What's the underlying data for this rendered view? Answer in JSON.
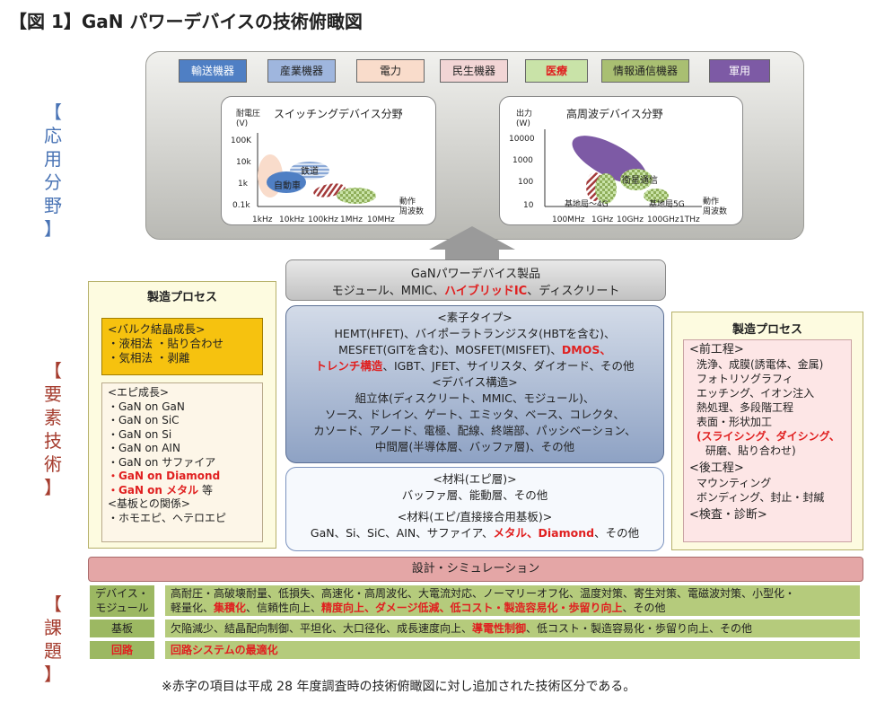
{
  "title": "【図 1】GaN パワーデバイスの技術俯瞰図",
  "section_labels": {
    "application": "【応用分野】",
    "element": "【要素技術】",
    "issues": "【課題】"
  },
  "legend": [
    {
      "label": "輸送機器",
      "color": "#4f7fc4",
      "text_color": "#ffffff"
    },
    {
      "label": "産業機器",
      "color": "#9fb6de",
      "text_color": "#222222"
    },
    {
      "label": "電力",
      "color": "#f9dccb",
      "text_color": "#222222"
    },
    {
      "label": "民生機器",
      "color": "#f2d5d5",
      "text_color": "#222222"
    },
    {
      "label": "医療",
      "color": "#c9e3a8",
      "text_color": "#e02020"
    },
    {
      "label": "情報通信機器",
      "color": "#a9bf72",
      "text_color": "#222222"
    },
    {
      "label": "軍用",
      "color": "#7d5aa5",
      "text_color": "#ffffff"
    }
  ],
  "switching_chart": {
    "title": "スイッチングデバイス分野",
    "ylabel": "耐電圧\n(V)",
    "y_ticks": [
      "100K",
      "10k",
      "1k",
      "0.1k"
    ],
    "x_ticks": [
      "1kHz",
      "10kHz",
      "100kHz",
      "1MHz",
      "10MHz"
    ],
    "xlabel": "動作\n周波数",
    "labels": [
      "鉄道",
      "自動車"
    ]
  },
  "rf_chart": {
    "title": "高周波デバイス分野",
    "ylabel": "出力\n(W)",
    "y_ticks": [
      "10000",
      "1000",
      "100",
      "10"
    ],
    "x_ticks": [
      "100MHz",
      "1GHz",
      "10GHz",
      "100GHz",
      "1THz"
    ],
    "xlabel": "動作\n周波数",
    "labels": [
      "衛星通信",
      "基地局～4G",
      "基地局5G"
    ]
  },
  "product": {
    "line1": "GaNパワーデバイス製品",
    "line2_a": "モジュール、MMIC、",
    "line2_red": "ハイブリッドIC",
    "line2_b": "、ディスクリート"
  },
  "element_types": {
    "header": "<素子タイプ>",
    "line1": "HEMT(HFET)、バイポーラトランジスタ(HBTを含む)、",
    "line2_a": "MESFET(GITを含む)、MOSFET(MISFET)、",
    "line2_red": "DMOS、",
    "line3_red": "トレンチ構造",
    "line3_b": "、IGBT、JFET、サイリスタ、ダイオード、その他",
    "struct_header": "<デバイス構造>",
    "struct1": "組立体(ディスクリート、MMIC、モジュール)、",
    "struct2": "ソース、ドレイン、ゲート、エミッタ、ベース、コレクタ、",
    "struct3": "カソード、アノード、電極、配線、終端部、パッシベーション、",
    "struct4": "中間層(半導体層、バッファ層)、その他"
  },
  "materials": {
    "header1": "<材料(エピ層)>",
    "line1": "バッファ層、能動層、その他",
    "header2": "<材料(エピ/直接接合用基板)>",
    "line2_a": "GaN、Si、SiC、AIN、サファイア、",
    "line2_red": "メタル、Diamond",
    "line2_b": "、その他"
  },
  "left_process": {
    "title": "製造プロセス",
    "bulk_header": "<バルク結晶成長>",
    "bulk1": "・液相法 ・貼り合わせ",
    "bulk2": "・気相法 ・剥離",
    "epi_header": "<エピ成長>",
    "epi_items": [
      "・GaN on GaN",
      "・GaN on SiC",
      "・GaN on Si",
      "・GaN on AIN",
      "・GaN on サファイア"
    ],
    "epi_red1": "・GaN on Diamond",
    "epi_red2": "・GaN on メタル",
    "epi_red2_tail": " 等",
    "sub_header": "<基板との関係>",
    "sub_item": "・ホモエピ、ヘテロエピ"
  },
  "right_process": {
    "title": "製造プロセス",
    "front_header": "<前工程>",
    "front_items": [
      "洗浄、成膜(誘電体、金属)",
      "フォトリソグラフィ",
      "エッチング、イオン注入",
      "熱処理、多段階工程",
      "表面・形状加工"
    ],
    "front_red": "(スライシング、ダイシング、",
    "front_tail": "研磨、貼り合わせ)",
    "back_header": "<後工程>",
    "back_items": [
      "マウンティング",
      "ボンディング、封止・封緘"
    ],
    "inspect": "<検査・診断>"
  },
  "simulation": "設計・シミュレーション",
  "issues": {
    "device_key": "デバイス・\nモジュール",
    "device_line1": "高耐圧・高破壊耐量、低損失、高速化・高周波化、大電流対応、ノーマリーオフ化、温度対策、寄生対策、電磁波対策、小型化・",
    "device_line2_a": "軽量化、",
    "device_line2_r1": "集積化",
    "device_line2_b": "、信頼性向上、",
    "device_line2_r2": "精度向上、ダメージ低減、低コスト・製造容易化・歩留り向上",
    "device_line2_c": "、その他",
    "substrate_key": "基板",
    "substrate_a": "欠陥減少、結晶配向制御、平坦化、大口径化、成長速度向上、",
    "substrate_red": "導電性制御",
    "substrate_b": "、低コスト・製造容易化・歩留り向上、その他",
    "circuit_key": "回路",
    "circuit_val": "回路システムの最適化"
  },
  "footnote": "※赤字の項目は平成 28 年度調査時の技術俯瞰図に対し追加された技術区分である。"
}
